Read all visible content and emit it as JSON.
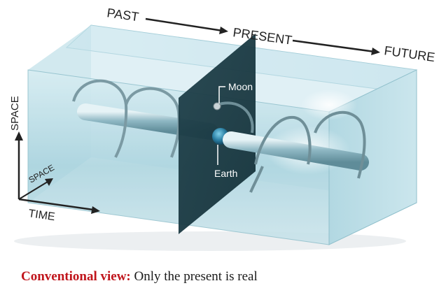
{
  "timeline": {
    "past": "PAST",
    "present": "PRESENT",
    "future": "FUTURE"
  },
  "axes": {
    "vertical": "SPACE",
    "depth": "SPACE",
    "horizontal": "TIME"
  },
  "bodies": {
    "moon": "Moon",
    "earth": "Earth"
  },
  "caption": {
    "highlight": "Conventional view:",
    "text": " Only the present is real"
  },
  "colors": {
    "caption_highlight": "#c0141b",
    "present_slice": "#1b3f48",
    "box_glass": "#b7dde6"
  }
}
